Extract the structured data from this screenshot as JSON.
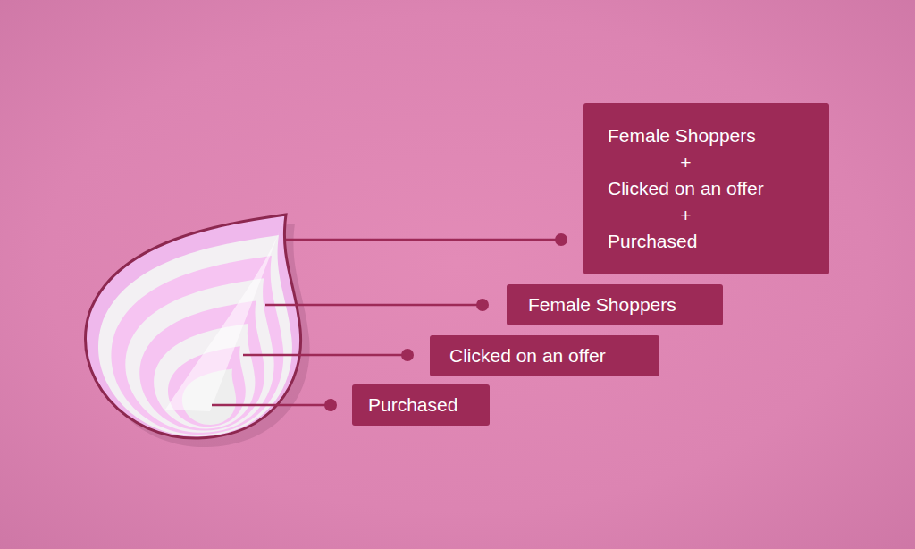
{
  "diagram": {
    "nodes": [
      {
        "text": [
          "Female Shoppers",
          "+",
          "Clicked on an offer",
          "+",
          "Purchased"
        ]
      },
      {
        "text": [
          "Female Shoppers"
        ]
      },
      {
        "text": [
          "Clicked on an offer"
        ]
      },
      {
        "text": [
          "Purchased"
        ]
      }
    ]
  }
}
